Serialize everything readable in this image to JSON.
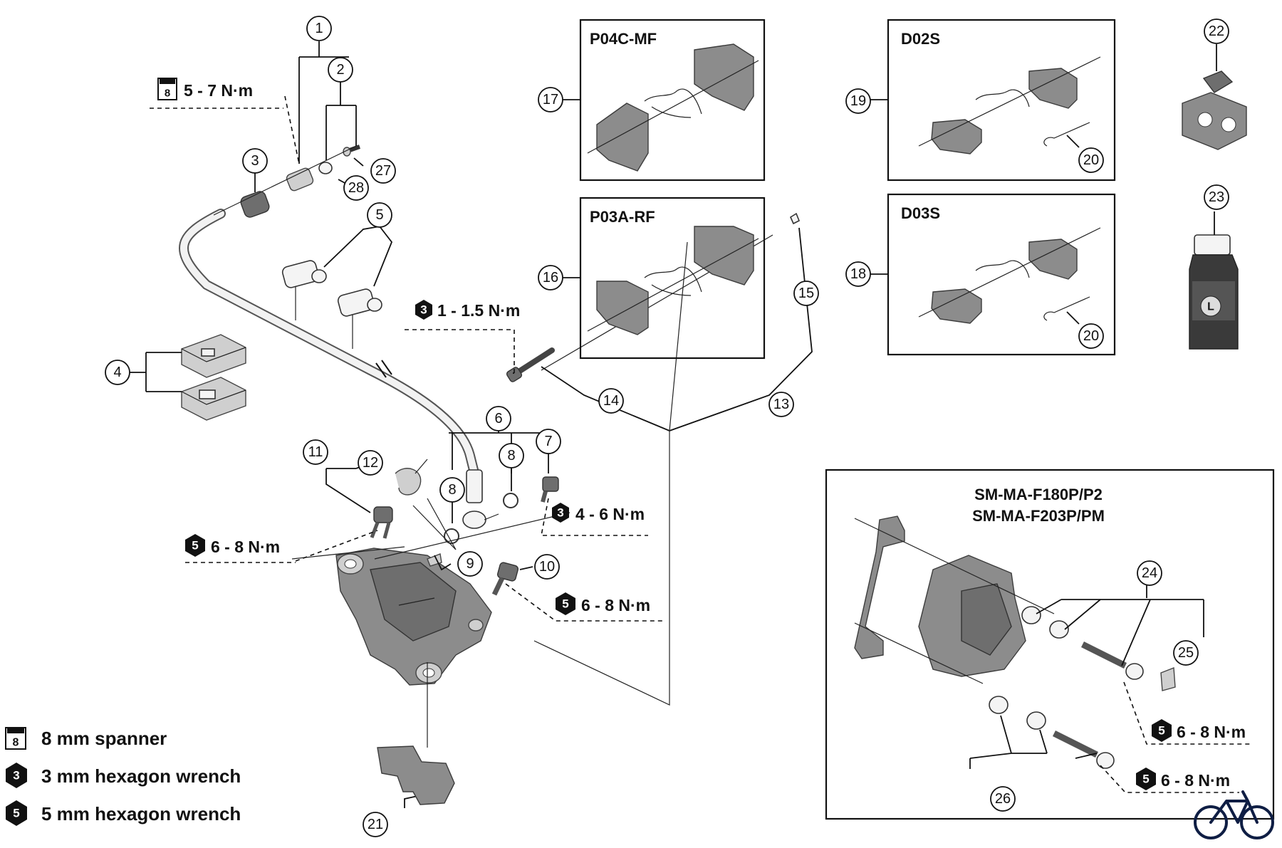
{
  "torque_specs": {
    "hose_nut": "5 - 7 N·m",
    "pad_pin": "1 - 1.5 N·m",
    "bleed_nipple": "4 - 6 N·m",
    "mount_bolt_left": "6 - 8 N·m",
    "mount_bolt_right": "6 - 8 N·m",
    "adapter_bolt_upper": "6 - 8 N·m",
    "adapter_bolt_lower": "6 - 8 N·m"
  },
  "tool_badges": {
    "spanner": "8",
    "hex3": "3",
    "hex5": "5"
  },
  "pad_boxes": {
    "p04c": "P04C-MF",
    "p03a": "P03A-RF",
    "d02s": "D02S",
    "d03s": "D03S"
  },
  "adapter_box": {
    "line1": "SM-MA-F180P/P2",
    "line2": "SM-MA-F203P/PM"
  },
  "callouts": [
    "1",
    "2",
    "3",
    "4",
    "5",
    "6",
    "7",
    "8",
    "9",
    "10",
    "11",
    "12",
    "13",
    "14",
    "15",
    "16",
    "17",
    "18",
    "19",
    "20",
    "21",
    "22",
    "23",
    "24",
    "25",
    "26",
    "27",
    "28"
  ],
  "legend": [
    {
      "badge": "8",
      "text": "8 mm spanner"
    },
    {
      "badge": "3",
      "text": "3 mm hexagon wrench"
    },
    {
      "badge": "5",
      "text": "5 mm hexagon wrench"
    }
  ],
  "oil_label": "L",
  "logo": "bike-icon"
}
